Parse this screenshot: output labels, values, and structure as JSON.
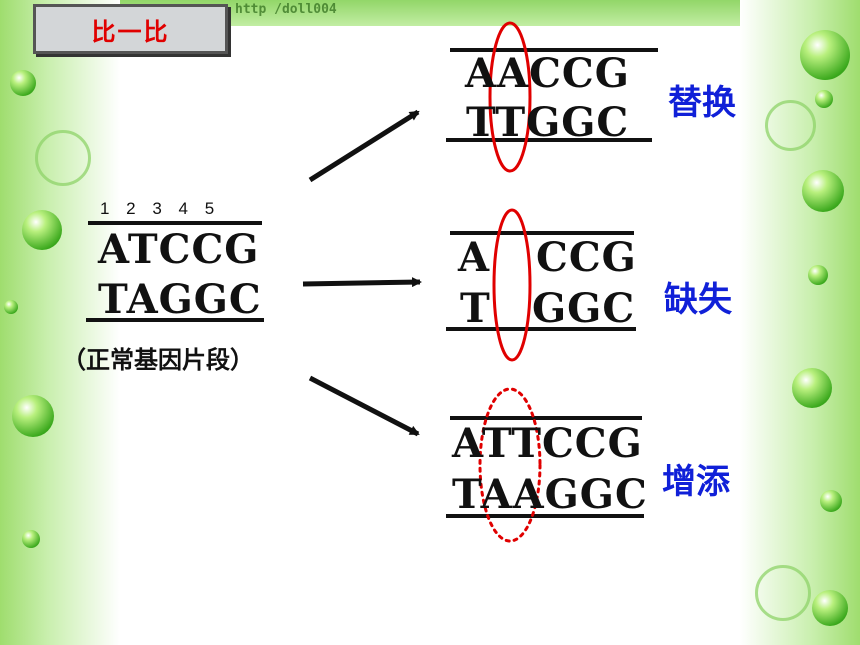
{
  "title": "比一比",
  "url_fragment": "http  /doll004",
  "original": {
    "positions": "1  2 3  4  5",
    "top_strand": "ATCCG",
    "bottom_strand": "TAGGC",
    "caption": "（正常基因片段）"
  },
  "substitution": {
    "top_strand": "AACCG",
    "bottom_strand": "TTGGC",
    "label": "替换"
  },
  "deletion": {
    "top_left": "A",
    "top_right": "CCG",
    "bottom_left": "T",
    "bottom_right": "GGC",
    "label": "缺失"
  },
  "insertion": {
    "top_strand": "ATTCCG",
    "bottom_strand": "TAAGGC",
    "label": "增添"
  },
  "colors": {
    "highlight": "#e00000",
    "label": "#1020d8",
    "title": "#e00000"
  }
}
